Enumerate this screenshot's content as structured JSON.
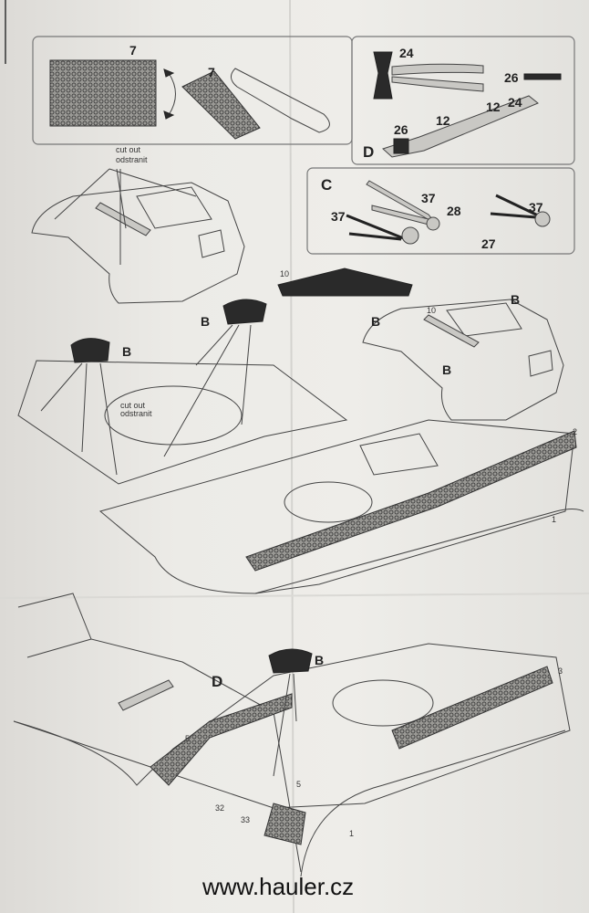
{
  "panel_mesh": {
    "part_label_flat": "7",
    "part_label_rolled": "7"
  },
  "panel_d": {
    "title": "D",
    "labels": [
      "24",
      "26",
      "12",
      "24",
      "26",
      "12"
    ]
  },
  "panel_c": {
    "title": "C",
    "labels": [
      "37",
      "37",
      "28",
      "37",
      "27"
    ]
  },
  "turret_top_left": {
    "cut_out": "cut out",
    "odstranit": "odstranit"
  },
  "part_10": {
    "label": "10"
  },
  "turret_top_right": {
    "labels": [
      "B",
      "10",
      "B",
      "B"
    ]
  },
  "hull_rear": {
    "b_labels": [
      "B",
      "B"
    ],
    "cut_out": "cut out",
    "odstranit": "odstranit"
  },
  "hull_middle": {
    "labels": [
      "2",
      "1"
    ]
  },
  "hull_bottom": {
    "labels": [
      "D",
      "B",
      "3",
      "5",
      "5",
      "32",
      "33",
      "1"
    ]
  },
  "footer": {
    "website": "www.hauler.cz"
  }
}
